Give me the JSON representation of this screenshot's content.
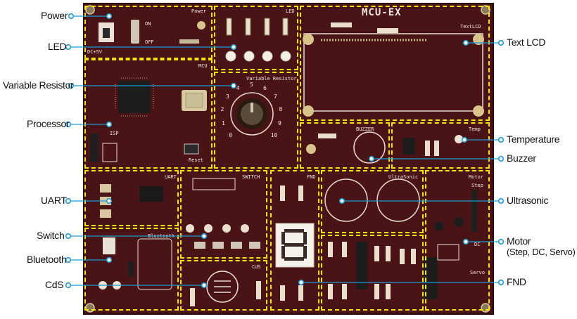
{
  "labels_left": {
    "power": "Power",
    "led": "LED",
    "variable_resistor": "Variable Resistor",
    "processor": "Processor",
    "uart": "UART",
    "switch": "Switch",
    "bluetooth": "Bluetooth",
    "cds": "CdS"
  },
  "labels_right": {
    "text_lcd": "Text LCD",
    "temperature": "Temperature",
    "buzzer": "Buzzer",
    "ultrasonic": "Ultrasonic",
    "motor_line1": "Motor",
    "motor_line2": "(Step, DC, Servo)",
    "fnd": "FND"
  },
  "board": {
    "title": "MCU-EX",
    "silk": {
      "power": "Power",
      "dc": "DC+5V",
      "on": "ON",
      "off": "OFF",
      "led": "LED",
      "mcu": "MCU",
      "varres": "Variable Resistor",
      "isp": "ISP",
      "reset": "Reset",
      "textlcd": "TextLCD",
      "buzzer": "BUZZER",
      "temp": "Temp",
      "uart": "UART",
      "switch": "SWITCH",
      "fnd": "FND",
      "ultrasonic": "UltraSonic",
      "motor": "Motor",
      "step": "Step",
      "dc_motor": "DC",
      "servo": "Servo",
      "bluetooth": "Bluetooth",
      "cds": "CdS"
    },
    "dial_numbers": [
      "0",
      "1",
      "2",
      "3",
      "4",
      "5",
      "6",
      "7",
      "8",
      "9",
      "10"
    ]
  },
  "colors": {
    "board": "#4a1416",
    "zone_border": "#f5e600",
    "leader": "#1a9ad6",
    "silk": "#efe6dc"
  }
}
